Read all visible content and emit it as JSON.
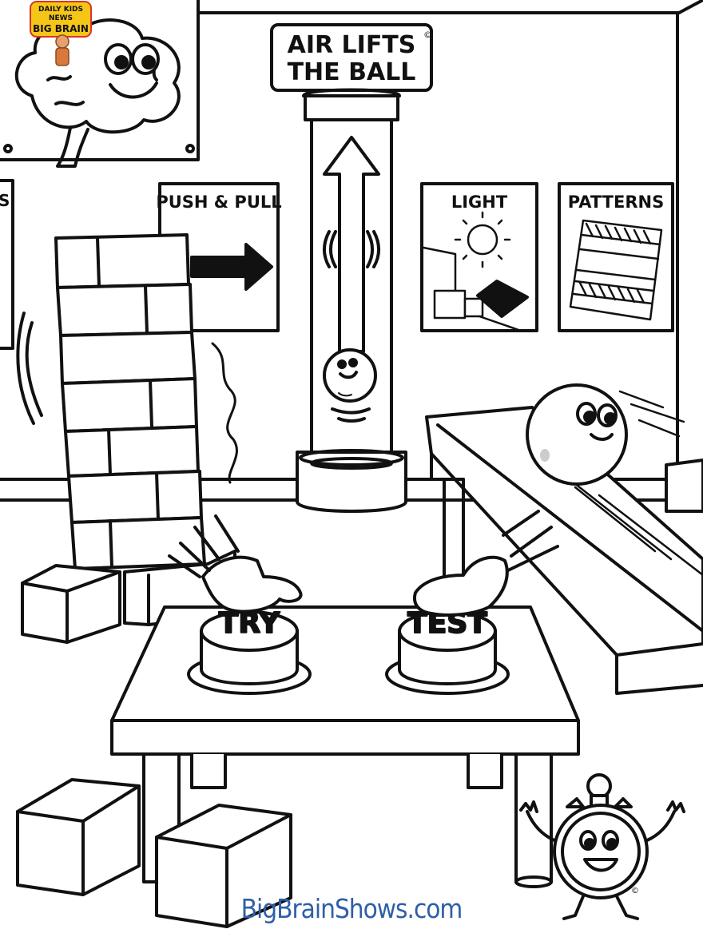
{
  "logo": {
    "line1": "DAILY KIDS",
    "line2": "NEWS",
    "line3": "BIG BRAIN",
    "colors": {
      "yellow": "#f5c518",
      "red": "#d9342b",
      "blue": "#1f5fbf"
    }
  },
  "signs": {
    "air_lifts": {
      "line1": "AIR LIFTS",
      "line2": "THE BALL",
      "mark": "©"
    },
    "push_pull": "PUSH & PULL",
    "light": "LIGHT",
    "patterns": "PATTERNS",
    "partial_left": "S"
  },
  "buttons": {
    "try": "TRY",
    "test": "TEST"
  },
  "footer": {
    "url": "BigBrainShows.com",
    "color": "#2f5fa8"
  },
  "icons": [
    "brain-mascot-icon",
    "up-arrow-icon",
    "right-arrow-icon",
    "sun-icon",
    "stopwatch-mascot-icon"
  ]
}
